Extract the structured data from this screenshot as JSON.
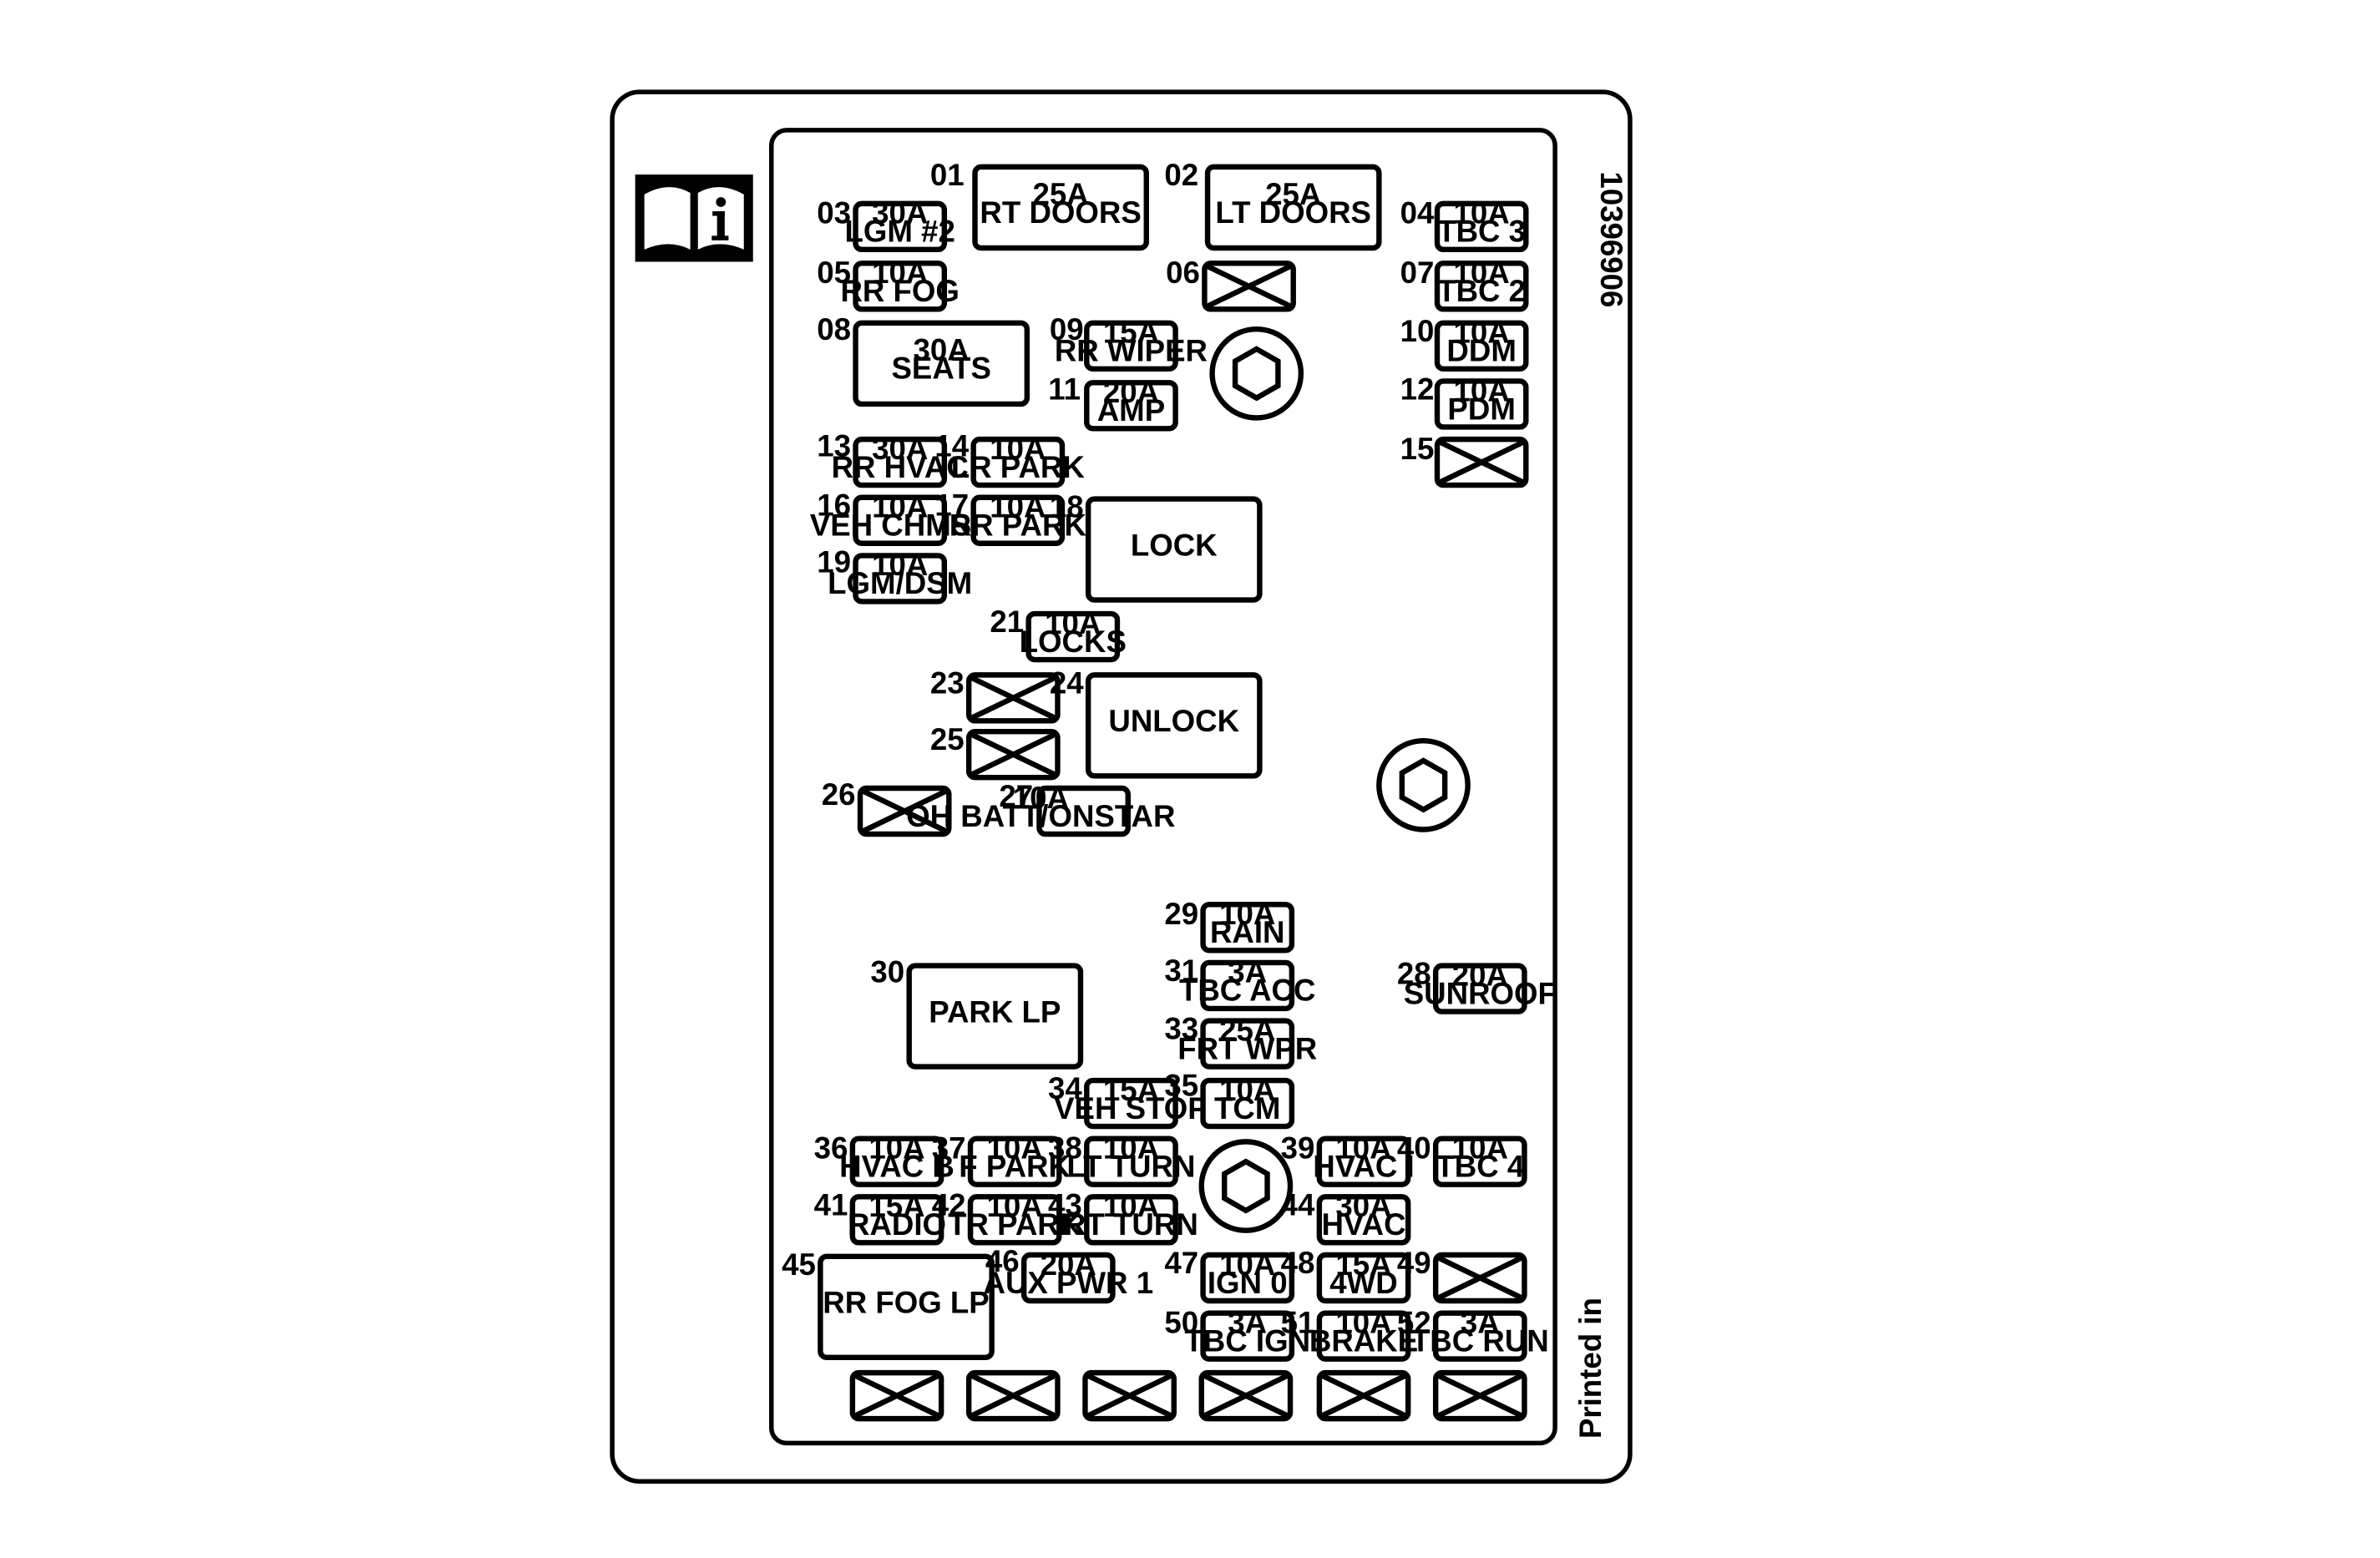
{
  "part_number": "10396906",
  "printed_in": "Printed in",
  "icons": {
    "manual": "info-book-icon",
    "nut": "hex-nut-icon",
    "empty": "empty-slot-x-icon"
  },
  "fuses": [
    {
      "id": "01",
      "label": "RT DOORS",
      "rating": "25A"
    },
    {
      "id": "02",
      "label": "LT DOORS",
      "rating": "25A"
    },
    {
      "id": "03",
      "label": "LGM #2",
      "rating": "30A"
    },
    {
      "id": "04",
      "label": "TBC 3",
      "rating": "10A"
    },
    {
      "id": "05",
      "label": "RR FOG",
      "rating": "10A"
    },
    {
      "id": "06",
      "label": "",
      "rating": "",
      "empty": true
    },
    {
      "id": "07",
      "label": "TBC 2",
      "rating": "10A"
    },
    {
      "id": "08",
      "label": "SEATS",
      "rating": "30A"
    },
    {
      "id": "09",
      "label": "RR WIPER",
      "rating": "15A"
    },
    {
      "id": "10",
      "label": "DDM",
      "rating": "10A"
    },
    {
      "id": "11",
      "label": "AMP",
      "rating": "20A"
    },
    {
      "id": "12",
      "label": "PDM",
      "rating": "10A"
    },
    {
      "id": "13",
      "label": "RR HVAC",
      "rating": "30A"
    },
    {
      "id": "14",
      "label": "LR PARK",
      "rating": "10A"
    },
    {
      "id": "15",
      "label": "",
      "rating": "",
      "empty": true
    },
    {
      "id": "16",
      "label": "VEH CHMSL",
      "rating": "10A"
    },
    {
      "id": "17",
      "label": "RR PARK",
      "rating": "10A"
    },
    {
      "id": "18",
      "label": "LOCK",
      "rating": ""
    },
    {
      "id": "19",
      "label": "LGM/DSM",
      "rating": "10A"
    },
    {
      "id": "21",
      "label": "LOCKS",
      "rating": "10A"
    },
    {
      "id": "23",
      "label": "",
      "rating": "",
      "empty": true
    },
    {
      "id": "24",
      "label": "UNLOCK",
      "rating": ""
    },
    {
      "id": "25",
      "label": "",
      "rating": "",
      "empty": true
    },
    {
      "id": "26",
      "label": "",
      "rating": "",
      "empty": true
    },
    {
      "id": "27",
      "label": "OH BATT/ONSTAR",
      "rating": "10A"
    },
    {
      "id": "28",
      "label": "SUNROOF",
      "rating": "20A"
    },
    {
      "id": "29",
      "label": "RAIN",
      "rating": "10A"
    },
    {
      "id": "30",
      "label": "PARK LP",
      "rating": ""
    },
    {
      "id": "31",
      "label": "TBC ACC",
      "rating": "3A"
    },
    {
      "id": "33",
      "label": "FRT WPR",
      "rating": "25A"
    },
    {
      "id": "34",
      "label": "VEH STOP",
      "rating": "15A"
    },
    {
      "id": "35",
      "label": "TCM",
      "rating": "10A"
    },
    {
      "id": "36",
      "label": "HVAC B",
      "rating": "10A"
    },
    {
      "id": "37",
      "label": "F PARK",
      "rating": "10A"
    },
    {
      "id": "38",
      "label": "LT TURN",
      "rating": "10A"
    },
    {
      "id": "39",
      "label": "HVAC I",
      "rating": "10A"
    },
    {
      "id": "40",
      "label": "TBC 4",
      "rating": "10A"
    },
    {
      "id": "41",
      "label": "RADIO",
      "rating": "15A"
    },
    {
      "id": "42",
      "label": "TR PARK",
      "rating": "10A"
    },
    {
      "id": "43",
      "label": "RT TURN",
      "rating": "10A"
    },
    {
      "id": "44",
      "label": "HVAC",
      "rating": "30A"
    },
    {
      "id": "45",
      "label": "RR FOG LP",
      "rating": ""
    },
    {
      "id": "46",
      "label": "AUX PWR 1",
      "rating": "20A"
    },
    {
      "id": "47",
      "label": "IGN 0",
      "rating": "10A"
    },
    {
      "id": "48",
      "label": "4WD",
      "rating": "15A"
    },
    {
      "id": "49",
      "label": "",
      "rating": "",
      "empty": true
    },
    {
      "id": "50",
      "label": "TBC IGN",
      "rating": "3A"
    },
    {
      "id": "51",
      "label": "BRAKE",
      "rating": "10A"
    },
    {
      "id": "52",
      "label": "TBC RUN",
      "rating": "3A"
    },
    {
      "id": "",
      "label": "",
      "rating": "",
      "empty": true
    },
    {
      "id": "",
      "label": "",
      "rating": "",
      "empty": true
    },
    {
      "id": "",
      "label": "",
      "rating": "",
      "empty": true
    },
    {
      "id": "",
      "label": "",
      "rating": "",
      "empty": true
    },
    {
      "id": "",
      "label": "",
      "rating": "",
      "empty": true
    },
    {
      "id": "",
      "label": "",
      "rating": "",
      "empty": true
    }
  ]
}
